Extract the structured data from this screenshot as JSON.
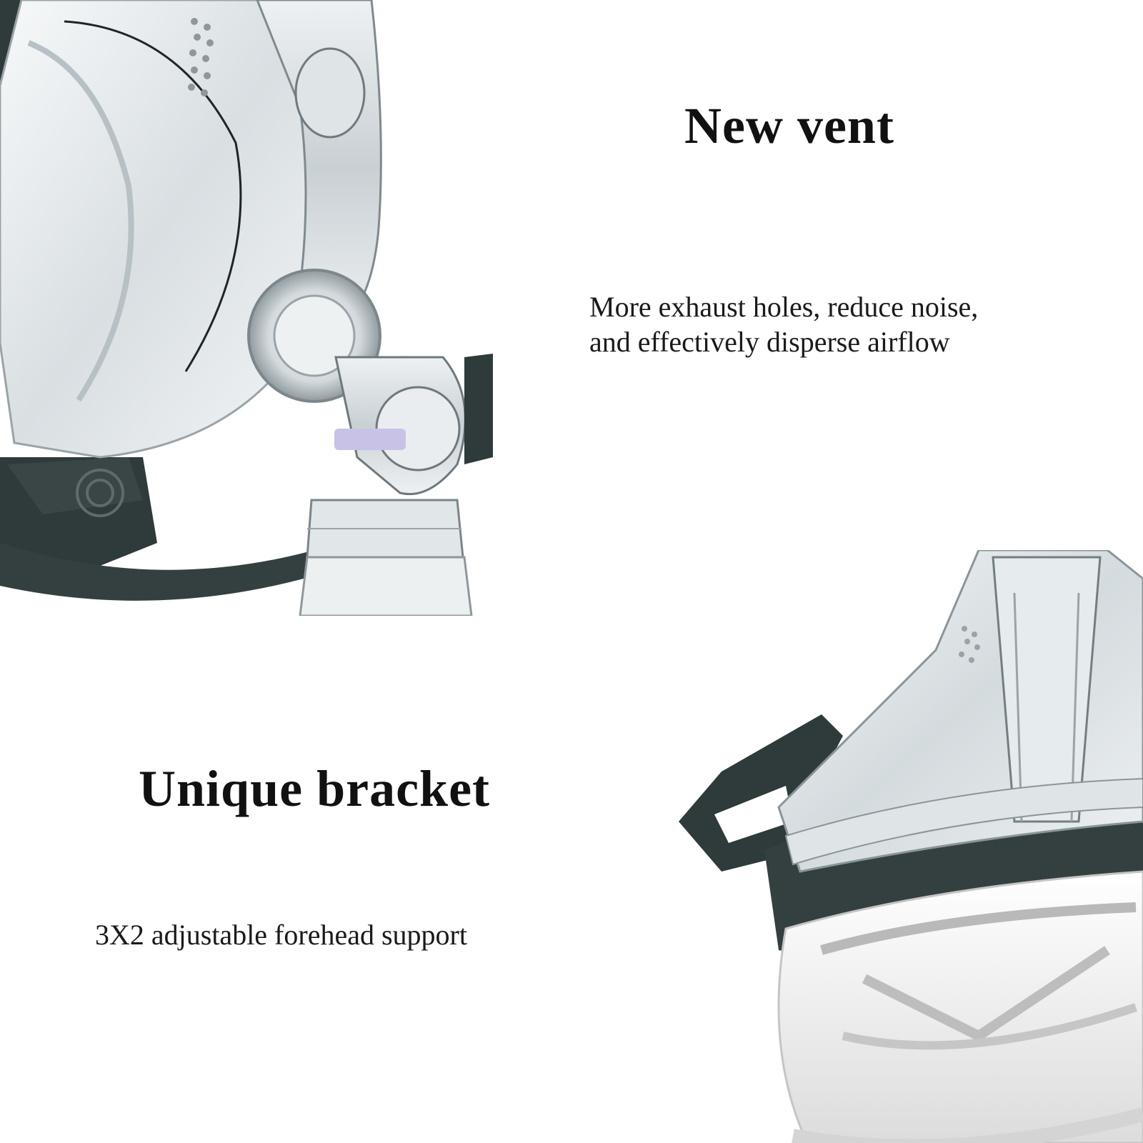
{
  "sections": {
    "vent": {
      "title": "New vent",
      "description_lines": [
        "More exhaust holes, reduce noise,",
        "and effectively disperse airflow"
      ]
    },
    "bracket": {
      "title": "Unique bracket",
      "description": "3X2 adjustable forehead support"
    }
  },
  "colors": {
    "background": "#ffffff",
    "text": "#111111",
    "frame_dark": "#2f3a3a",
    "clear_plastic": "#e6eaec",
    "cushion_white": "#f2f2f2"
  }
}
